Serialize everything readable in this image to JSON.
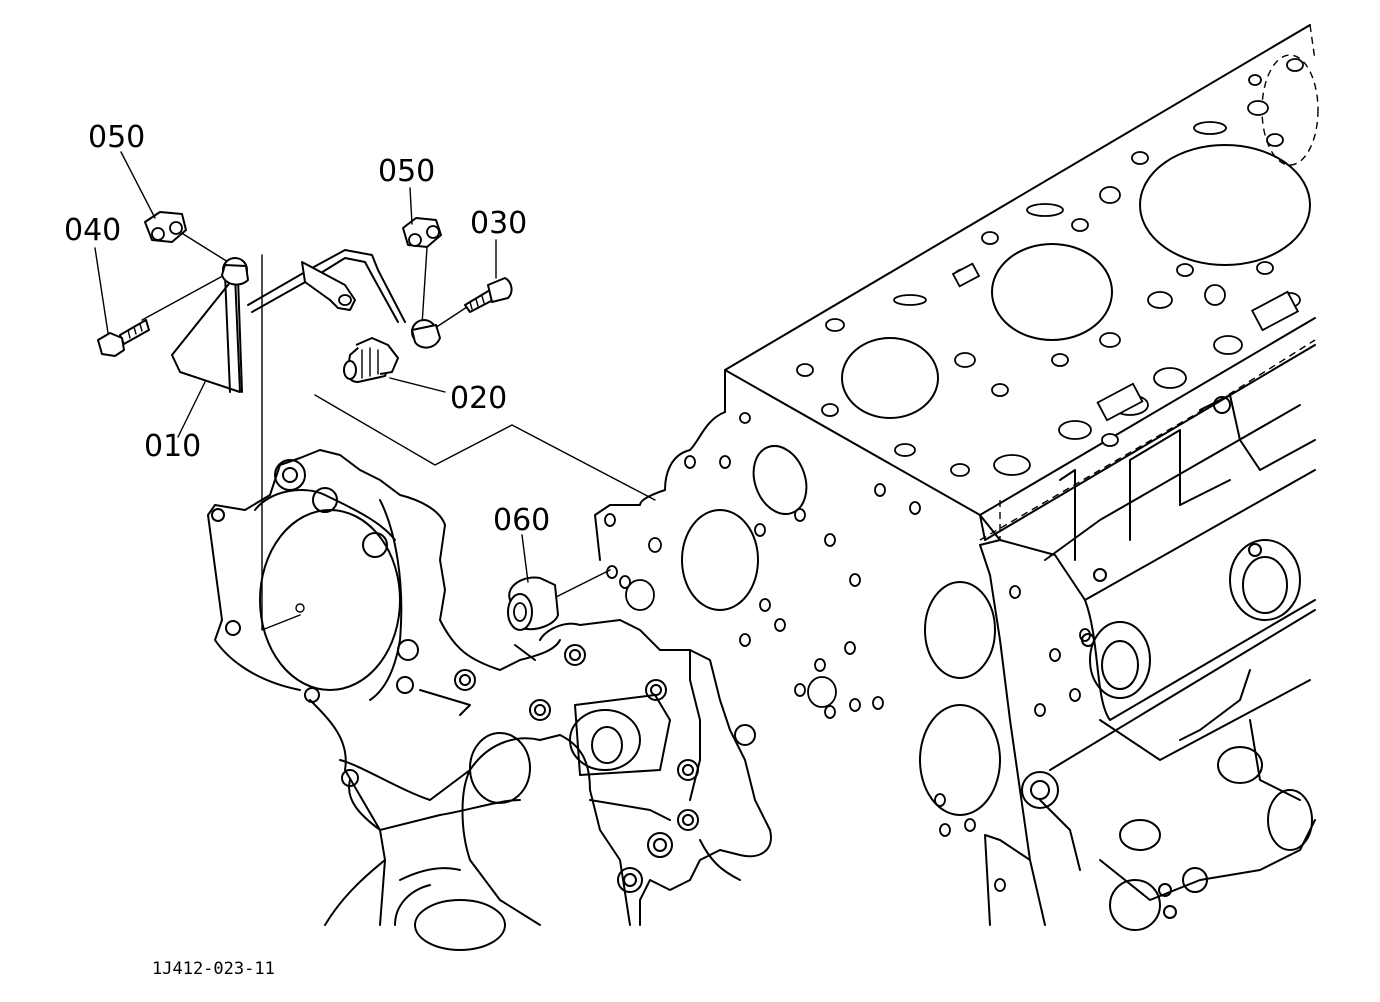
{
  "callouts": {
    "c010": "010",
    "c020": "020",
    "c030": "030",
    "c040": "040",
    "c050a": "050",
    "c050b": "050",
    "c060": "060"
  },
  "figure_ref": "1J412-023-11"
}
